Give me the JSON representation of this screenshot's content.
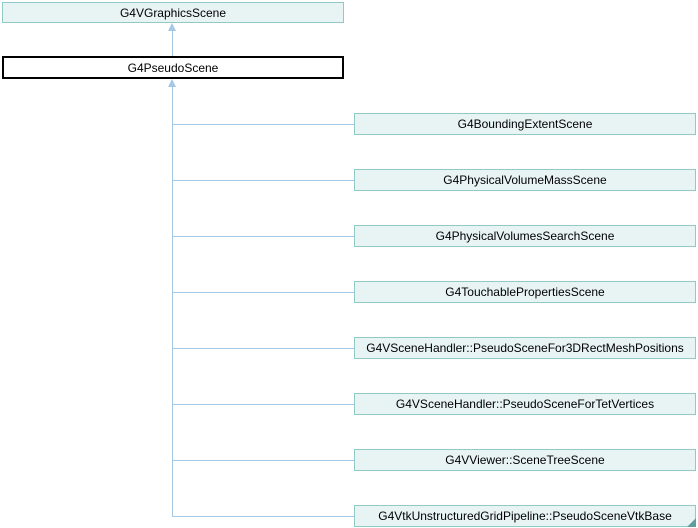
{
  "classes": {
    "base": "G4VGraphicsScene",
    "current": "G4PseudoScene",
    "derived": [
      "G4BoundingExtentScene",
      "G4PhysicalVolumeMassScene",
      "G4PhysicalVolumesSearchScene",
      "G4TouchablePropertiesScene",
      "G4VSceneHandler::PseudoSceneFor3DRectMeshPositions",
      "G4VSceneHandler::PseudoSceneForTetVertices",
      "G4VViewer::SceneTreeScene",
      "G4VtkUnstructuredGridPipeline::PseudoSceneVtkBase"
    ]
  },
  "colors": {
    "node_border": "#93c8c8",
    "node_fill": "#e8f4f4",
    "current_node_border": "#000000",
    "current_node_fill": "#ffffff",
    "edge": "#a4c7e3",
    "corner_marker": "#5f9ea0",
    "text": "#000000",
    "background": "#ffffff"
  }
}
